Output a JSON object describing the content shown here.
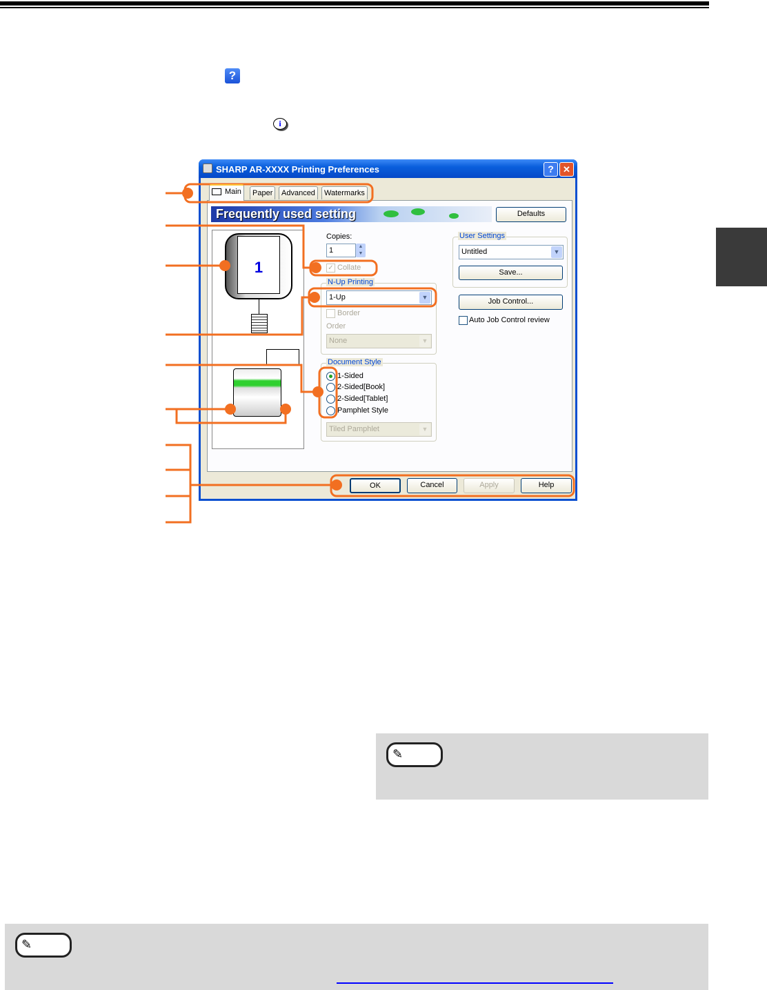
{
  "dialog": {
    "title": "SHARP AR-XXXX Printing Preferences",
    "title_help": "?",
    "title_close": "✕",
    "tabs": [
      "Main",
      "Paper",
      "Advanced",
      "Watermarks"
    ],
    "banner": "Frequently used setting",
    "defaults": "Defaults",
    "preview_page": "1",
    "copies_label": "Copies:",
    "copies_value": "1",
    "collate": "Collate",
    "nup_group": "N-Up Printing",
    "nup_value": "1-Up",
    "border": "Border",
    "order_label": "Order",
    "order_value": "None",
    "docstyle_group": "Document Style",
    "docstyle_options": [
      "1-Sided",
      "2-Sided[Book]",
      "2-Sided[Tablet]",
      "Pamphlet Style"
    ],
    "pamphlet_value": "Tiled Pamphlet",
    "user_settings_group": "User Settings",
    "user_settings_value": "Untitled",
    "save": "Save...",
    "job_control": "Job Control...",
    "auto_job_control": "Auto Job Control review",
    "ok": "OK",
    "cancel": "Cancel",
    "apply": "Apply",
    "help": "Help"
  },
  "colors": {
    "callout": "#f26f21",
    "titlebar": "#0a5fdc",
    "dialog_bg": "#ece9d8",
    "note_bg": "#d9d9d9"
  }
}
